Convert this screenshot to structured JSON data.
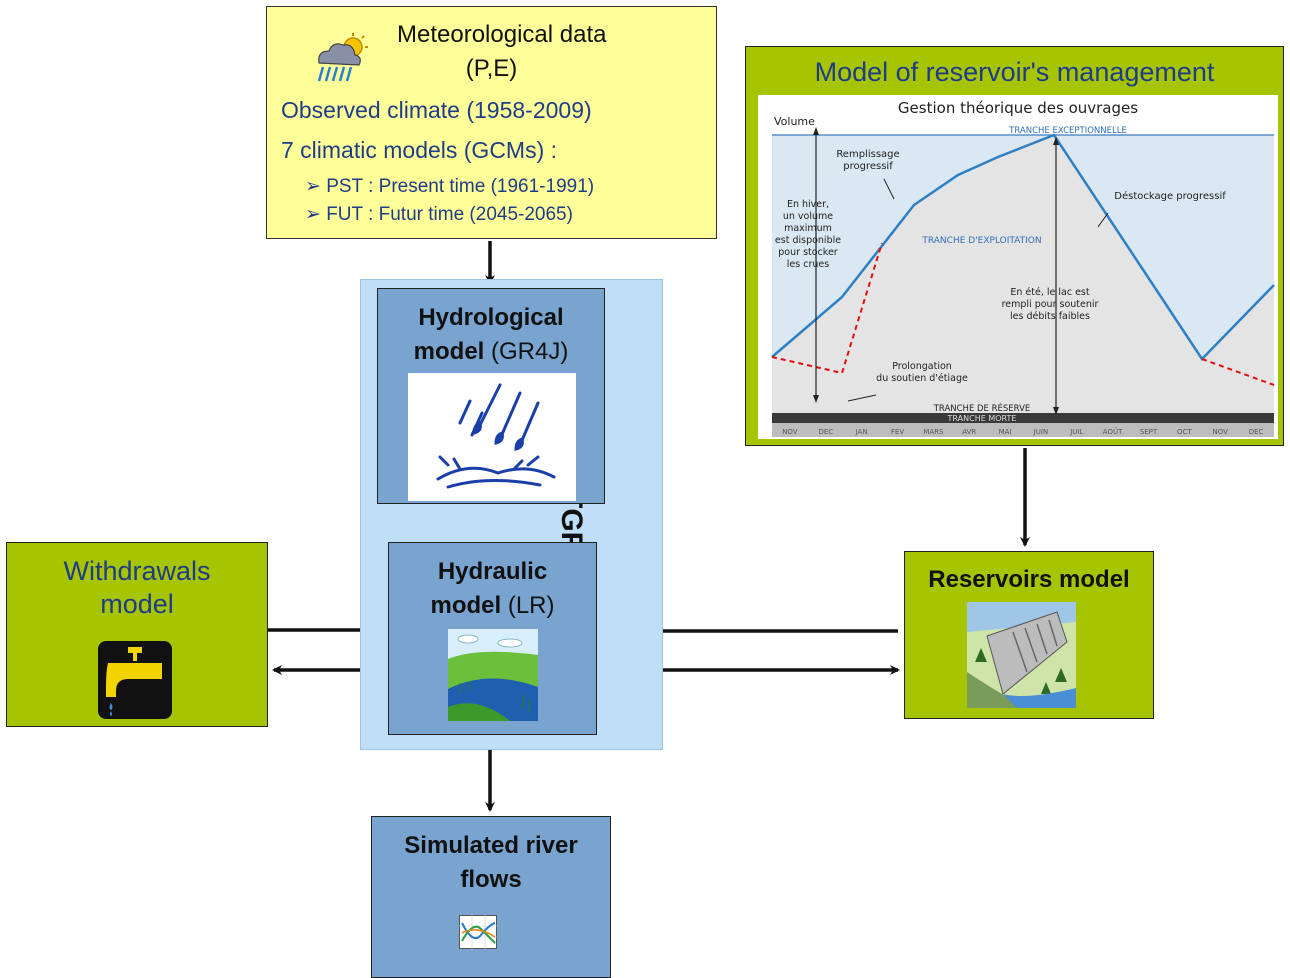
{
  "meteo": {
    "title_line1": "Meteorological data",
    "title_line2": "(P,E)",
    "observed": "Observed climate (1958-2009)",
    "gcms": "7 climatic models (GCMs) :",
    "bullets": [
      "PST : Present time (1961-1991)",
      "FUT : Futur time (2045-2065)"
    ],
    "icon": "weather-rain-cloud-icon"
  },
  "tgr": {
    "label": "TGR"
  },
  "hydrological": {
    "bold": "Hydrological",
    "bold2": "model",
    "rest": " (GR4J)",
    "icon": "raindrops-splash-icon"
  },
  "hydraulic": {
    "bold": "Hydraulic",
    "bold2": "model",
    "rest": " (LR)",
    "icon": "river-landscape-icon"
  },
  "simulated": {
    "line1": "Simulated river",
    "line2": "flows",
    "icon": "line-graph-icon"
  },
  "withdrawals": {
    "line1": "Withdrawals",
    "line2": "model",
    "icon": "water-tap-icon"
  },
  "reservoirs": {
    "title": "Reservoirs model",
    "icon": "dam-icon"
  },
  "management": {
    "title": "Model of reservoir's management",
    "chart": {
      "title": "Gestion théorique des ouvrages",
      "ylabel": "Volume",
      "band_top": "TRANCHE EXCEPTIONNELLE",
      "band_mid": "TRANCHE D'EXPLOITATION",
      "band_res": "TRANCHE DE RÉSERVE",
      "band_dead": "TRANCHE MORTE",
      "ann_fill": [
        "Remplissage",
        "progressif"
      ],
      "ann_release": "Déstockage progressif",
      "ann_winter": [
        "En hiver,",
        "un volume",
        "maximum",
        "est disponible",
        "pour stocker",
        "les crues"
      ],
      "ann_summer": [
        "En été, le lac est",
        "rempli pour soutenir",
        "les débits faibles"
      ],
      "ann_prolong": [
        "Prolongation",
        "du soutien d'étiage"
      ],
      "months": [
        "NOV",
        "DEC",
        "JAN",
        "FEV",
        "MARS",
        "AVR",
        "MAI",
        "JUIN",
        "JUIL",
        "AOÛT",
        "SEPT",
        "OCT",
        "NOV",
        "DEC"
      ]
    }
  },
  "colors": {
    "yellow": "#ffff99",
    "green": "#a6c500",
    "blue_box": "#7aa4d0",
    "tgr_bg": "#bfdff7",
    "text_blue": "#1f3c88"
  }
}
